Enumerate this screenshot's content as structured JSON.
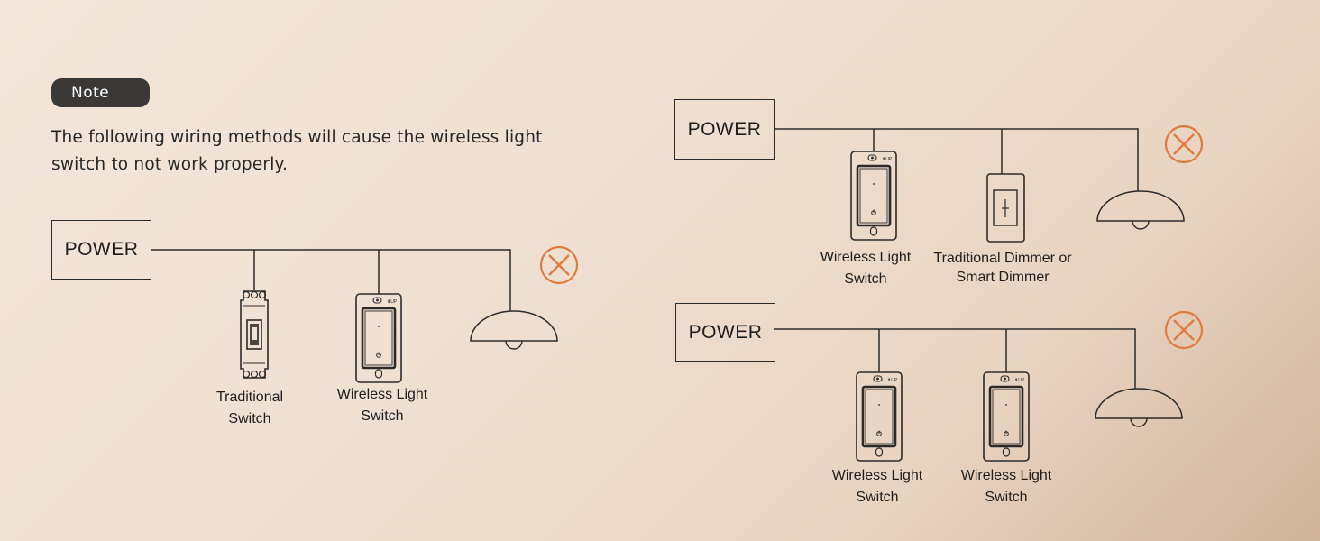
{
  "note": {
    "badge": "Note",
    "text_line1": "The following wiring methods will cause the wireless light",
    "text_line2": "switch to not work properly."
  },
  "diagrams": [
    {
      "power_label": "POWER",
      "devices": [
        {
          "type": "traditional-switch",
          "label_line1": "Traditional",
          "label_line2": "Switch"
        },
        {
          "type": "wireless-switch",
          "label_line1": "Wireless Light",
          "label_line2": "Switch"
        }
      ],
      "status": "not-working-x-icon"
    },
    {
      "power_label": "POWER",
      "devices": [
        {
          "type": "wireless-switch",
          "label_line1": "Wireless Light",
          "label_line2": "Switch"
        },
        {
          "type": "dimmer",
          "label_line1": "Traditional Dimmer or",
          "label_line2": "Smart Dimmer"
        }
      ],
      "status": "not-working-x-icon"
    },
    {
      "power_label": "POWER",
      "devices": [
        {
          "type": "wireless-switch",
          "label_line1": "Wireless Light",
          "label_line2": "Switch"
        },
        {
          "type": "wireless-switch",
          "label_line1": "Wireless Light",
          "label_line2": "Switch"
        }
      ],
      "status": "not-working-x-icon"
    }
  ],
  "colors": {
    "line": "#2b2b2b",
    "x_icon": "#e07a3c",
    "badge_bg": "#3b3937"
  }
}
